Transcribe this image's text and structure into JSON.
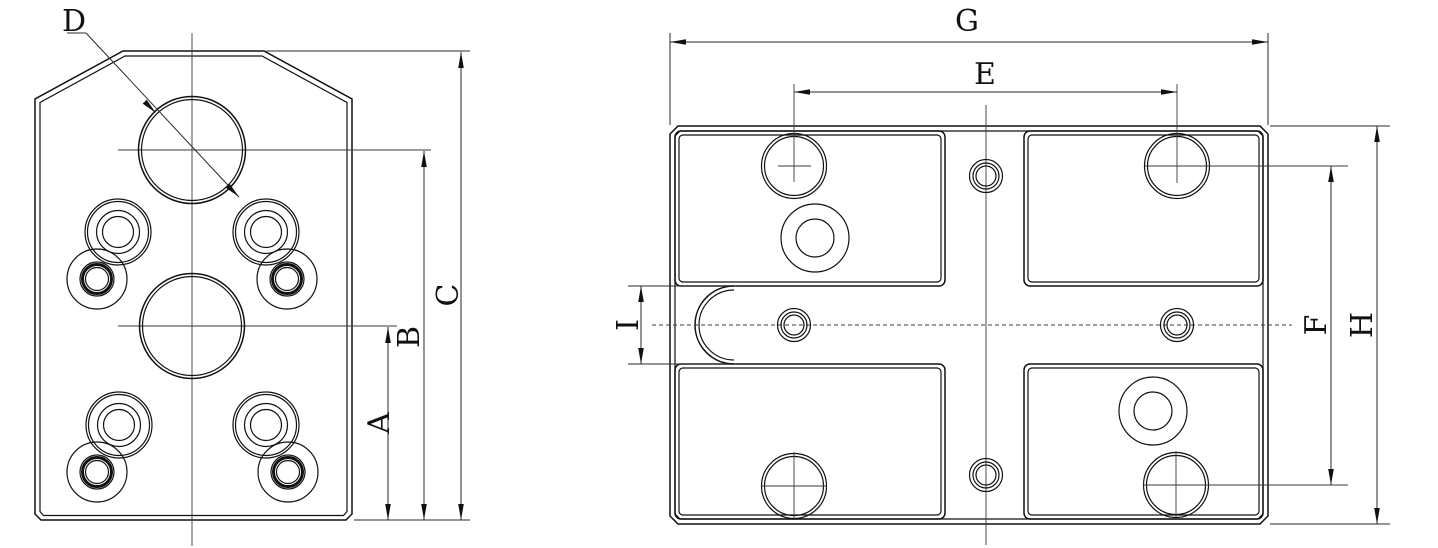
{
  "drawing": {
    "type": "engineering-cad-drawing",
    "background": "#ffffff",
    "line_color": "#111111",
    "views": [
      {
        "name": "front-view",
        "description": "Plate with chamfered top corners, two large bores, four counterbored hole pairs",
        "dimension_labels": [
          "D",
          "C",
          "B",
          "A"
        ]
      },
      {
        "name": "plan-view",
        "description": "Plate with cross-shaped slot, four raised pads, corner holes, counterbores and small drilled holes",
        "dimension_labels": [
          "G",
          "E",
          "I",
          "F",
          "H"
        ]
      }
    ],
    "labels": {
      "A": "A",
      "B": "B",
      "C": "C",
      "D": "D",
      "E": "E",
      "F": "F",
      "G": "G",
      "H": "H",
      "I": "I"
    }
  }
}
